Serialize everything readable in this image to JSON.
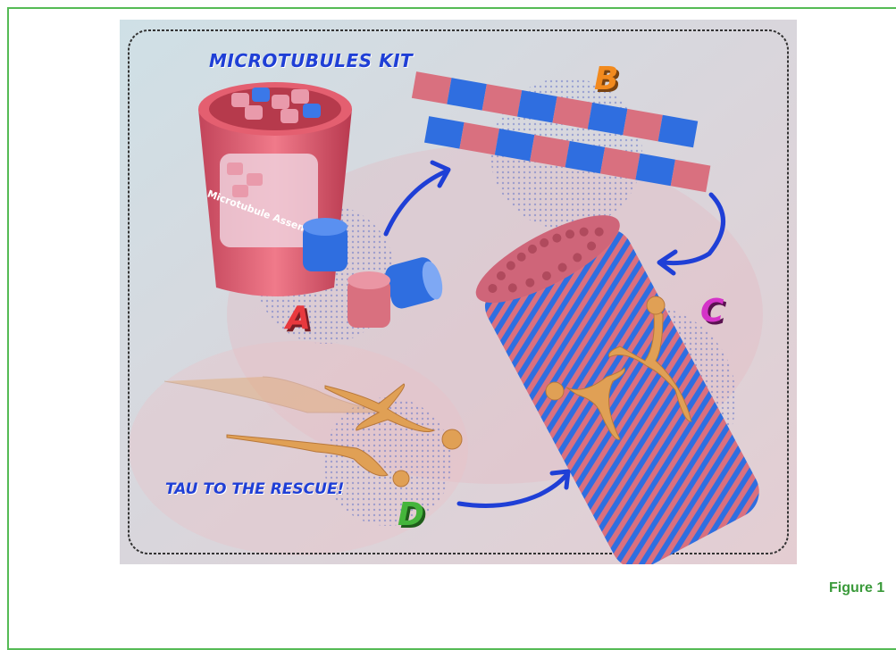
{
  "figure": {
    "label": "Figure 1",
    "title": "MICROTUBULES KIT",
    "tau_caption": "TAU TO THE RESCUE!",
    "kit_text": "Microtubule Assembly Kit"
  },
  "panels": {
    "a": "A",
    "b": "B",
    "c": "C",
    "d": "D"
  },
  "colors": {
    "frame": "#55bb55",
    "figure_label": "#3a9a3a",
    "pink_subunit": "#d9707f",
    "blue_subunit": "#2f6ee0",
    "arrow": "#1f3fd6",
    "tau": "#e0a055"
  }
}
